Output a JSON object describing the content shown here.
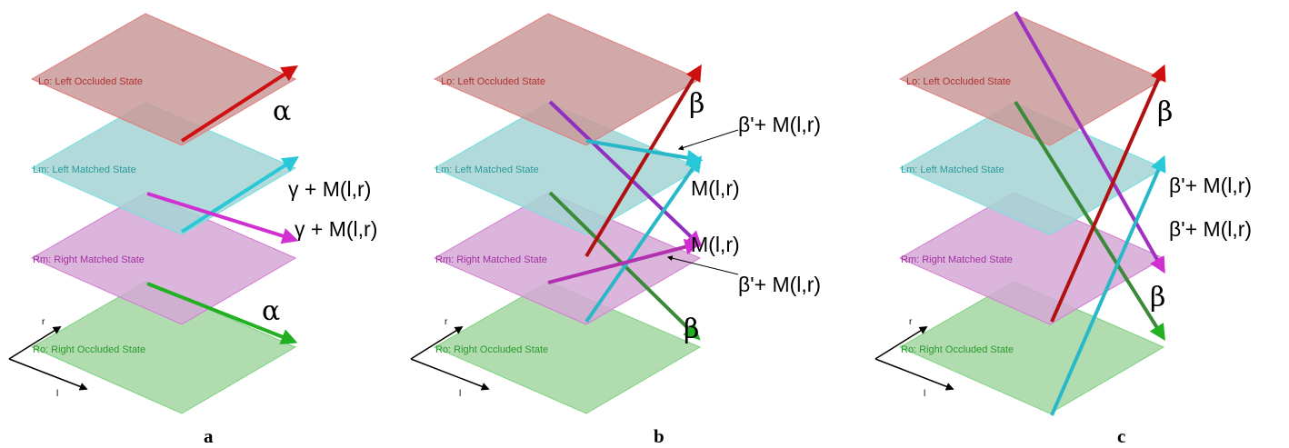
{
  "planes": {
    "lo": "Lo: Left Occluded State",
    "lm": "Lm: Left Matched State",
    "rm": "Rm: Right Matched State",
    "ro": "Ro: Right Occluded State"
  },
  "colors": {
    "lo_fill": "#c99a9a",
    "lo_edge": "#e27a7a",
    "lm_fill": "#a6d3d3",
    "lm_edge": "#6fe0e0",
    "rm_fill": "#d6a8d6",
    "rm_edge": "#d27ad2",
    "ro_fill": "#a2d6a2",
    "ro_edge": "#7cd27c",
    "red": "#b01010",
    "cyan": "#20b2c0",
    "magenta": "#c030c0",
    "green": "#22b022"
  },
  "axes": {
    "r": "r",
    "l": "l"
  },
  "panel_a": {
    "label": "a",
    "alpha_top": "α",
    "gamma_lm": "γ + M(l,r)",
    "gamma_rm": "γ + M(l,r)",
    "alpha_bottom": "α"
  },
  "panel_b": {
    "label": "b",
    "beta_top": "β",
    "beta_prime_upper": "β'+ M(l,r)",
    "m_upper": "M(l,r)",
    "m_lower": "M(l,r)",
    "beta_prime_lower": "β'+ M(l,r)",
    "beta_bottom": "β"
  },
  "panel_c": {
    "label": "c",
    "beta_top": "β",
    "beta_prime_upper": "β'+ M(l,r)",
    "beta_prime_lower": "β'+ M(l,r)",
    "beta_bottom": "β"
  }
}
